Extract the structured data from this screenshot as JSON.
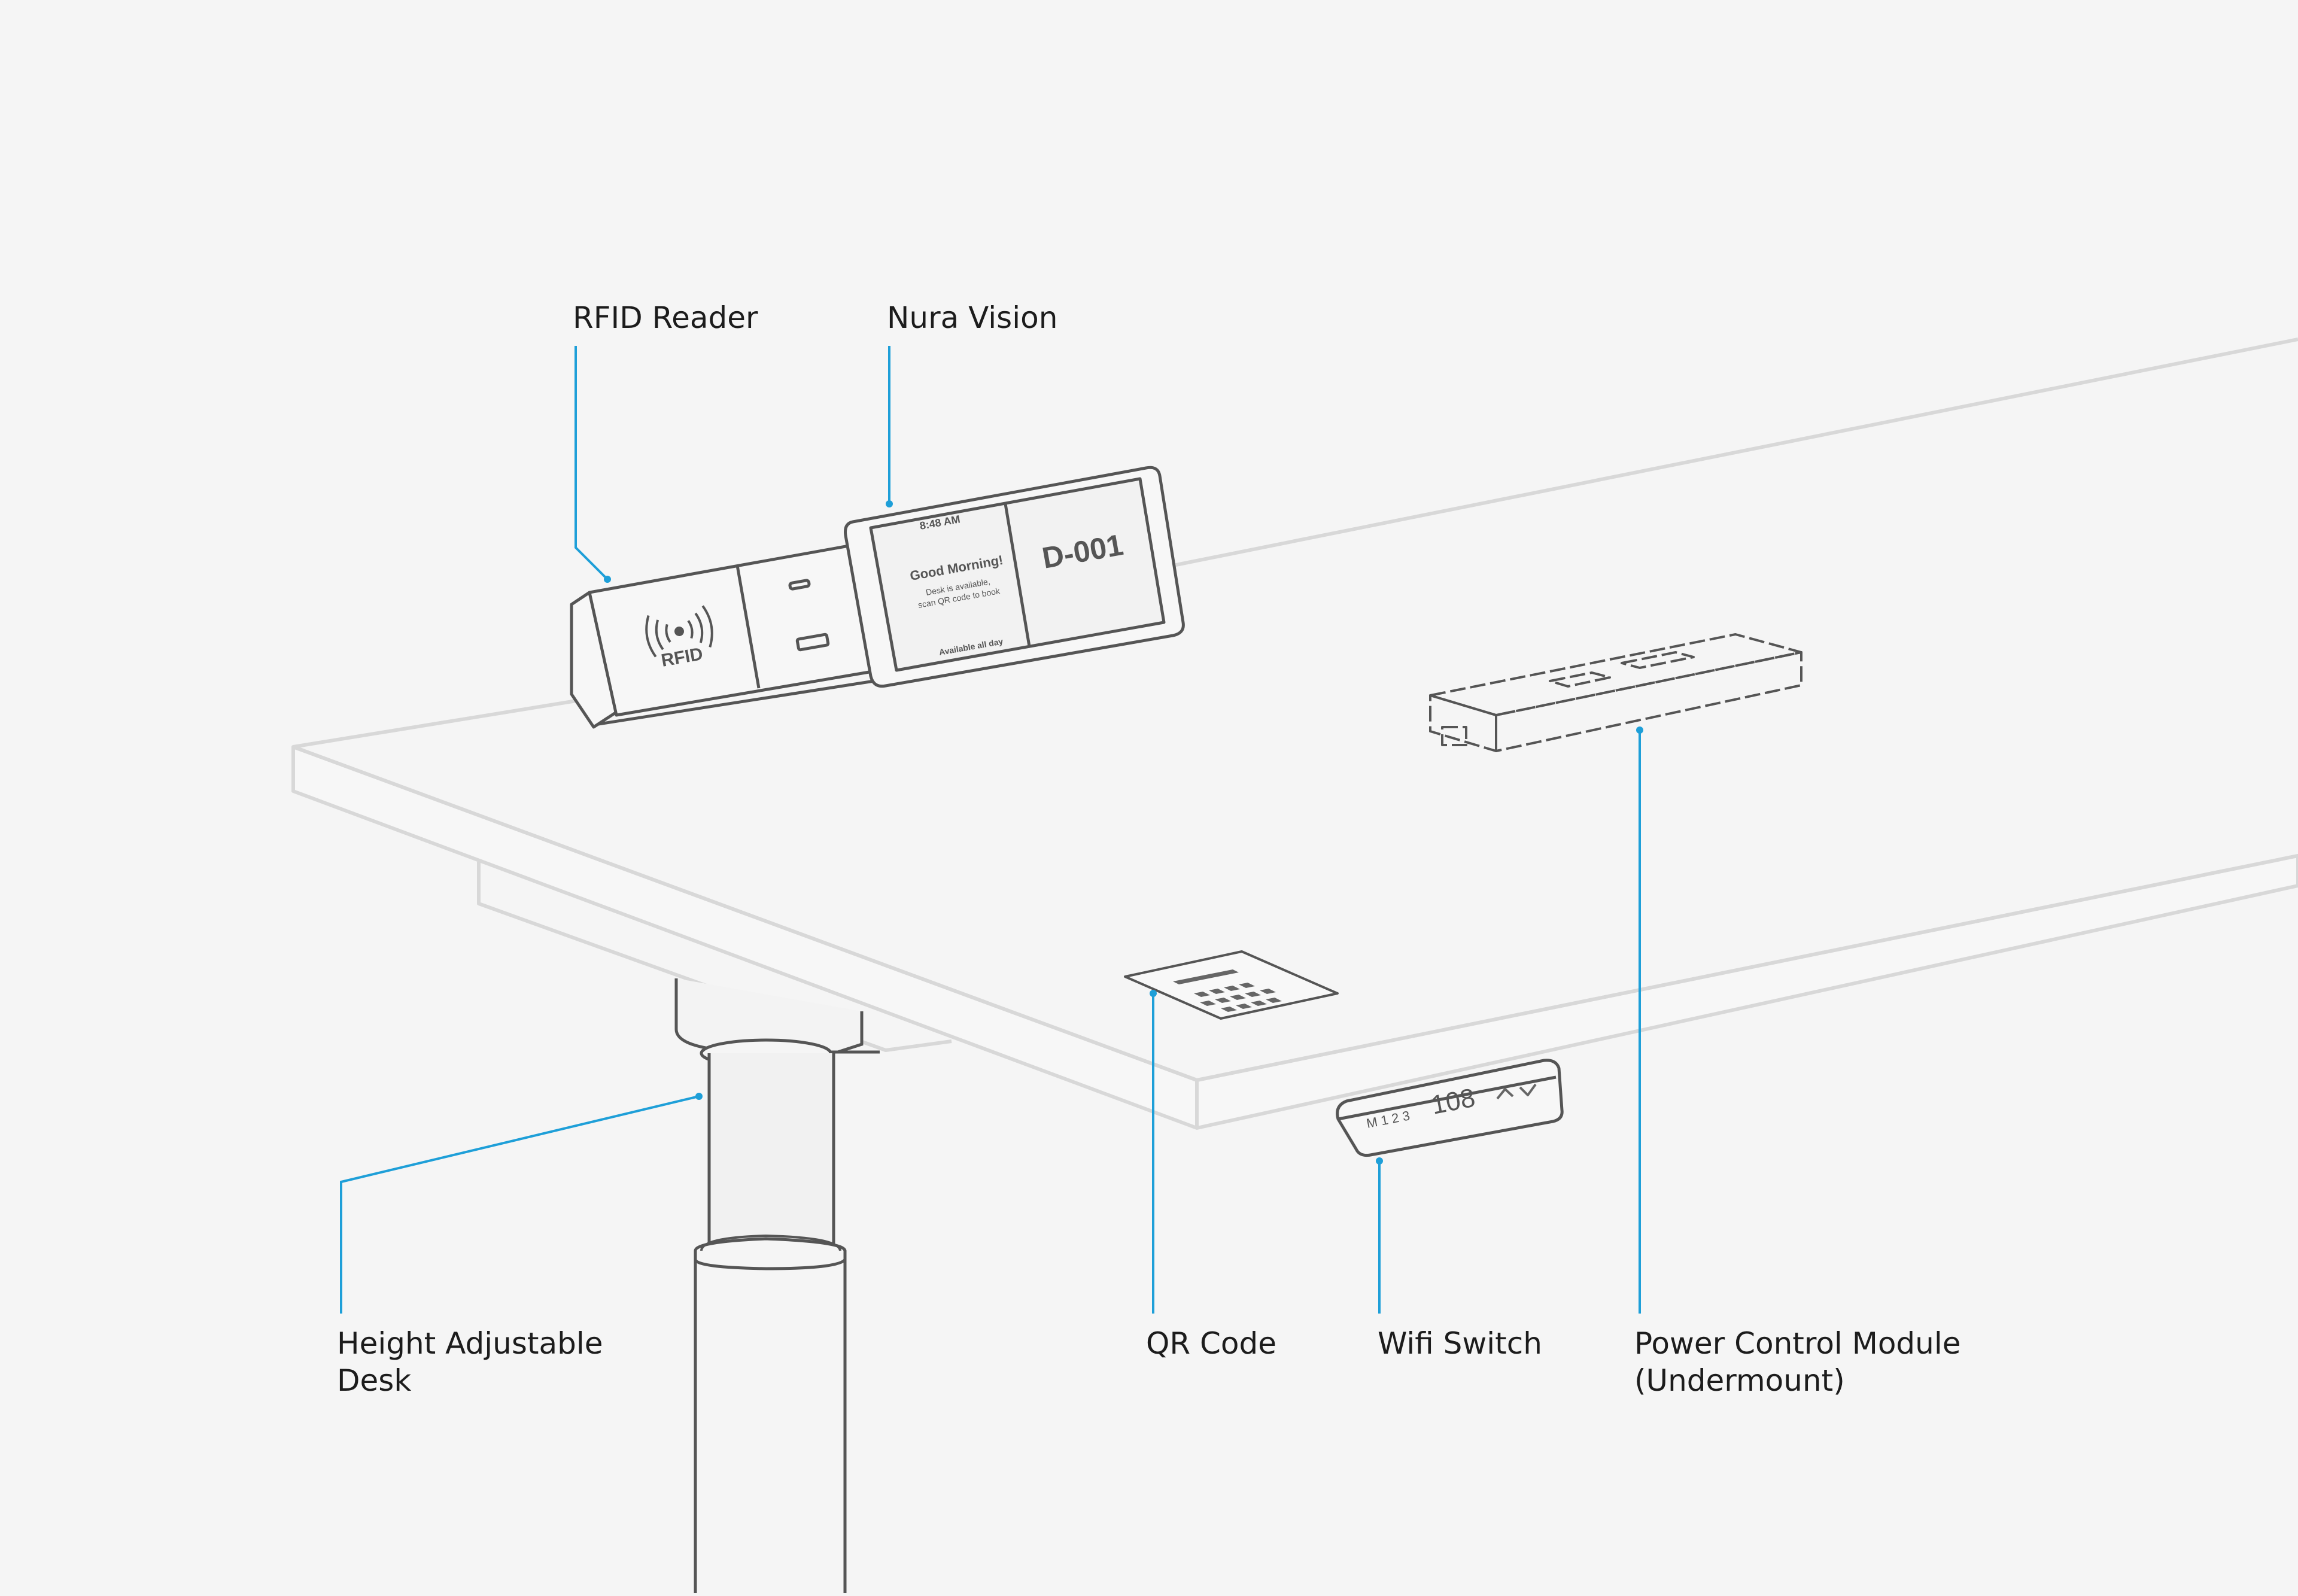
{
  "colors": {
    "background": "#f5f5f5",
    "callout_line": "#1e9fd8",
    "outline": "#555555",
    "desk_outline": "#d6d6d6"
  },
  "labels": {
    "rfid_reader": "RFID Reader",
    "nura_vision": "Nura Vision",
    "height_desk_line1": "Height Adjustable",
    "height_desk_line2": "Desk",
    "qr_code": "QR Code",
    "wifi_switch": "Wifi Switch",
    "power_module_line1": "Power Control Module",
    "power_module_line2": "(Undermount)"
  },
  "rfid_device": {
    "label": "RFID",
    "icon": "rfid-waves-icon"
  },
  "nura_screen": {
    "time": "8:48 AM",
    "greeting": "Good Morning!",
    "line1": "Desk is available,",
    "line2": "scan QR code to book",
    "availability": "Available all day",
    "desk_id": "D-001"
  },
  "wifi_switch_panel": {
    "presets": "M 1 2 3",
    "display": "108",
    "arrows": "^ v"
  }
}
